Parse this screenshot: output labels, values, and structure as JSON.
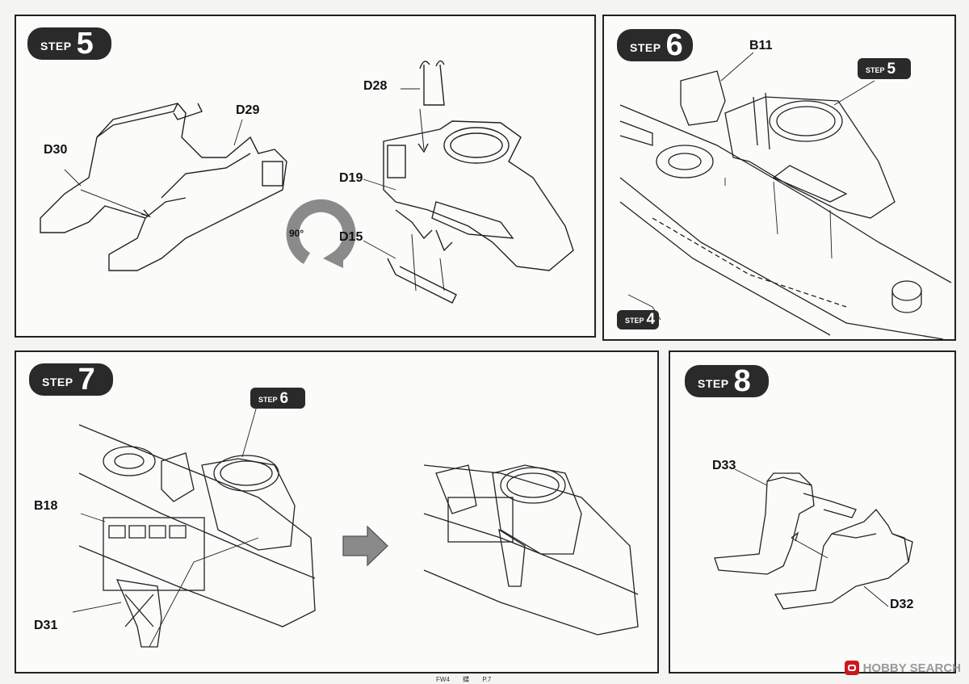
{
  "steps": {
    "s5": {
      "word": "STEP",
      "num": "5",
      "parts": {
        "d30": "D30",
        "d29": "D29",
        "d28": "D28",
        "d19": "D19",
        "d15": "D15"
      },
      "rotate": "90°"
    },
    "s6": {
      "word": "STEP",
      "num": "6",
      "parts": {
        "b11": "B11"
      },
      "ref_step5": {
        "word": "STEP",
        "num": "5"
      },
      "ref_step4": {
        "word": "STEP",
        "num": "4"
      }
    },
    "s7": {
      "word": "STEP",
      "num": "7",
      "parts": {
        "b18": "B18",
        "d31": "D31"
      },
      "ref_step6": {
        "word": "STEP",
        "num": "6"
      }
    },
    "s8": {
      "word": "STEP",
      "num": "8",
      "parts": {
        "d33": "D33",
        "d32": "D32"
      }
    }
  },
  "footer": {
    "code": "FW4",
    "title": "蝶",
    "page": "P.7"
  },
  "watermark": {
    "brand": "HOBBY SEARCH"
  },
  "colors": {
    "pill": "#2a2a2a",
    "arrow": "#8a8a8a",
    "border": "#222222"
  }
}
